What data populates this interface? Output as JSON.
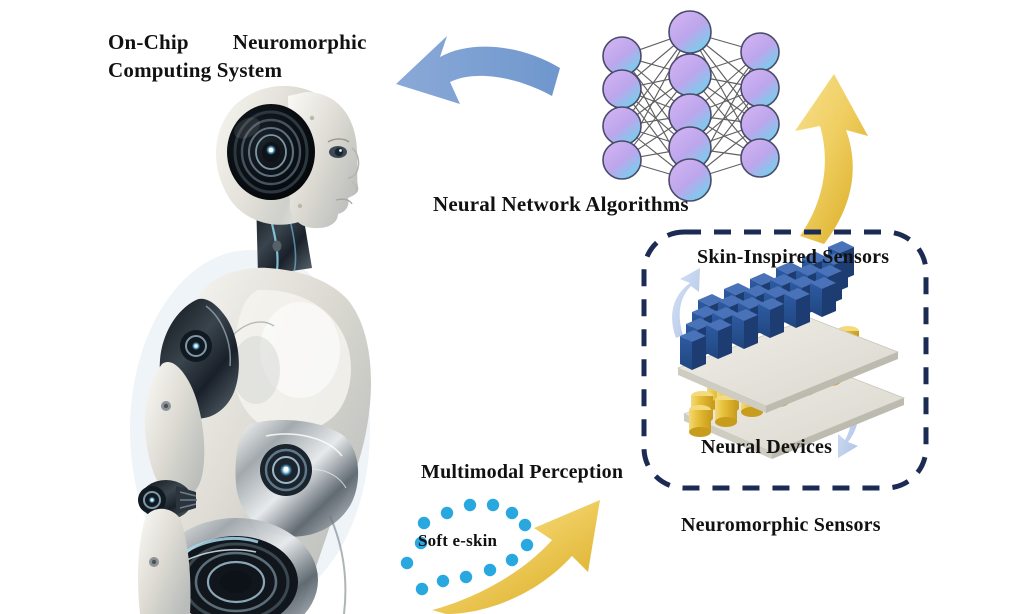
{
  "figure": {
    "background_color": "#ffffff",
    "title_line1_part1": "On-Chip",
    "title_line1_part2": "Neuromorphic",
    "title_line2": "Computing System"
  },
  "labels": {
    "neural_network": "Neural Network Algorithms",
    "skin_inspired_sensors": "Skin-Inspired Sensors",
    "neural_devices": "Neural Devices",
    "neuromorphic_sensors": "Neuromorphic Sensors",
    "multimodal_perception": "Multimodal Perception",
    "soft_eskin": "Soft e-skin"
  },
  "colors": {
    "blue_arrow": "#7a9fd4",
    "yellow_arrow": "#f0cf63",
    "inner_arrow": "#c3d3ef",
    "dashed_box": "#1b2b54",
    "node_purple": "#c3a6ee",
    "node_cyan": "#73d5ec",
    "node_stroke": "#4a4a6a",
    "edge": "#595959",
    "cube_front": "#27508f",
    "cube_top": "#4a72b8",
    "cube_side": "#1d3d72",
    "cylinder_body": "#e8c23c",
    "cylinder_top": "#f3da7c",
    "plate": "#e6e4dd",
    "dot_blue": "#29a8e0",
    "robot_light": "#e9e8e2",
    "robot_dark": "#2a3138"
  },
  "neural_network": {
    "layers": [
      {
        "name": "input-layer",
        "node_count": 4
      },
      {
        "name": "hidden-layer",
        "node_count": 5
      },
      {
        "name": "output-layer",
        "node_count": 4
      }
    ]
  },
  "device_array": {
    "top_layer": {
      "name": "blue-cube-array",
      "rows": 4,
      "cols": 6,
      "shape": "cube"
    },
    "bottom_layer": {
      "name": "yellow-cylinder-array",
      "rows": 3,
      "cols": 6,
      "shape": "cylinder"
    }
  },
  "eskin_dots": {
    "count": 14,
    "shape": "ring"
  },
  "arrows": [
    {
      "name": "blue-arrow-to-robot",
      "direction": "left",
      "color": "#7a9fd4"
    },
    {
      "name": "yellow-arrow-to-network",
      "direction": "up-left",
      "color": "#f0cf63"
    },
    {
      "name": "yellow-arrow-to-sensors",
      "direction": "up-right",
      "color": "#f0cf63"
    },
    {
      "name": "inner-arrow-up",
      "direction": "up",
      "color": "#c3d3ef"
    },
    {
      "name": "inner-arrow-down",
      "direction": "down",
      "color": "#c3d3ef"
    }
  ]
}
